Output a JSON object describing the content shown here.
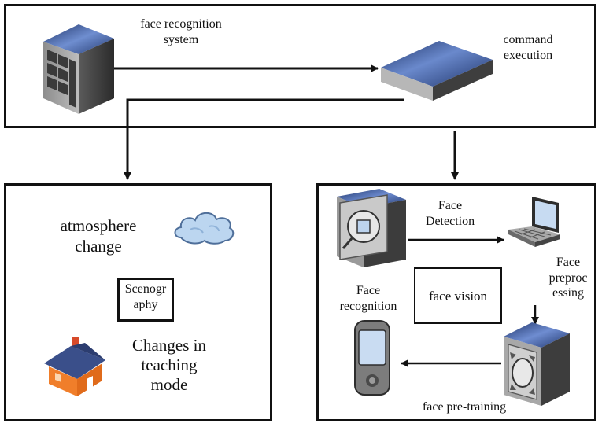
{
  "top": {
    "system_label": "face recognition\nsystem",
    "command_label": "command\nexecution"
  },
  "left": {
    "atmosphere_label": "atmosphere\nchange",
    "scenography_label": "Scenogr\naphy",
    "teaching_label": "Changes in\nteaching\nmode"
  },
  "right": {
    "detection_label": "Face\nDetection",
    "preprocessing_label": "Face\npreproc\nessing",
    "recognition_label": "Face\nrecognition",
    "vision_label": "face vision",
    "pretraining_label": "face pre-training"
  },
  "colors": {
    "device_blue": "#3c5aa0",
    "device_side": "#8f8f8f",
    "cloud": "#bcd6f0",
    "house_wall": "#f07e2a",
    "roof": "#3a4f8a"
  },
  "icons": [
    "server-tower-icon",
    "network-device-icon",
    "cloud-icon",
    "house-icon",
    "scanner-icon",
    "laptop-icon",
    "pda-icon",
    "cube-device-icon"
  ]
}
